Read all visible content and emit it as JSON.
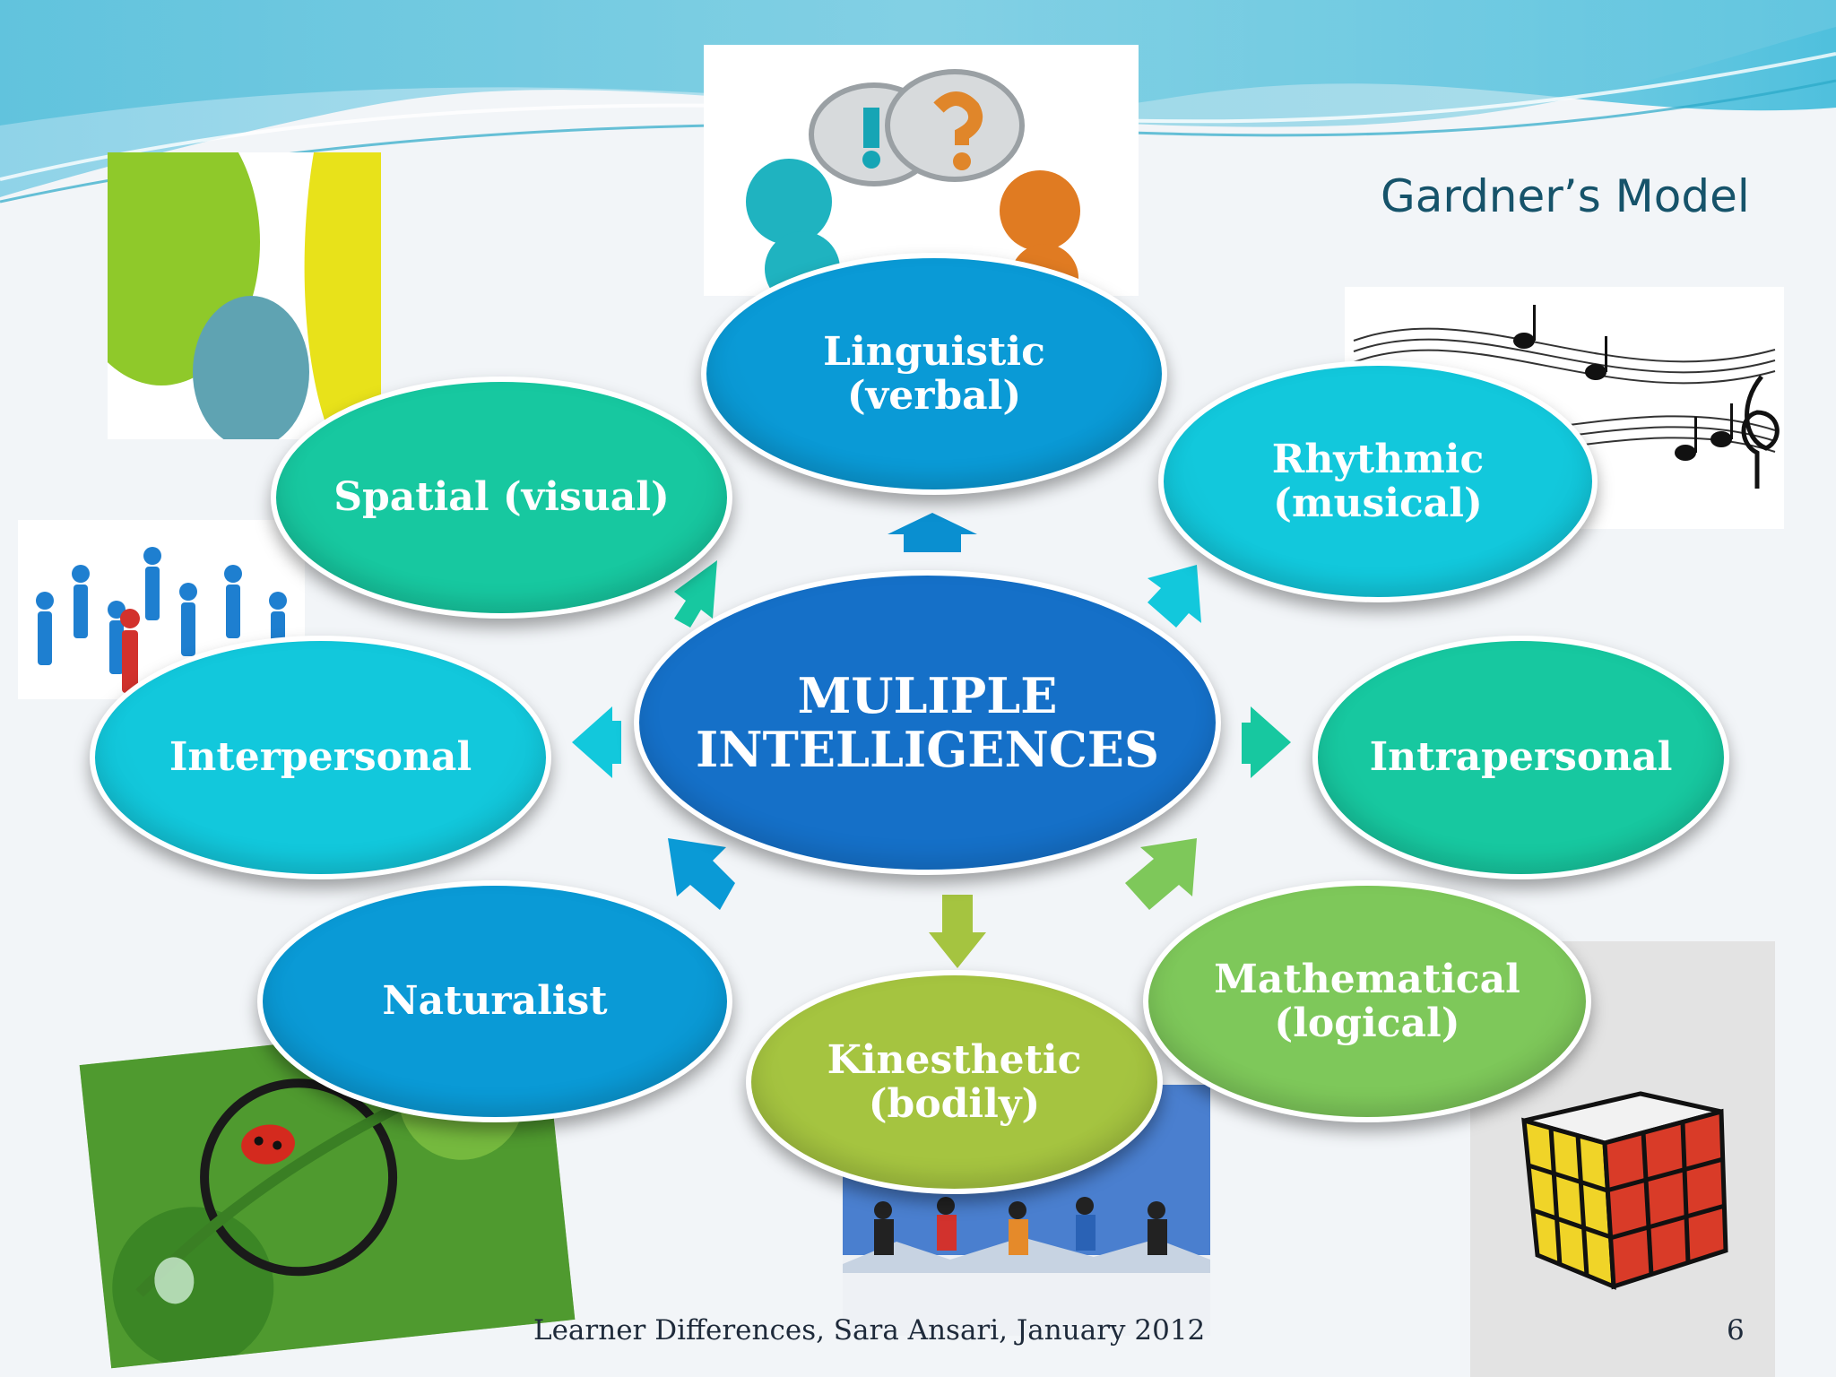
{
  "slide": {
    "title": "Gardner’s Model",
    "footer": "Learner Differences, Sara Ansari, January 2012",
    "page_number": "6"
  },
  "diagram": {
    "center": {
      "label": "MULIPLE\nINTELLIGENCES",
      "color": "#1570c8"
    },
    "nodes": [
      {
        "id": "linguistic",
        "label": "Linguistic\n(verbal)",
        "color": "#0a9ad6"
      },
      {
        "id": "rhythmic",
        "label": "Rhythmic\n(musical)",
        "color": "#12c8dc"
      },
      {
        "id": "intrapersonal",
        "label": "Intrapersonal",
        "color": "#17c8a0"
      },
      {
        "id": "mathematical",
        "label": "Mathematical\n(logical)",
        "color": "#7ec85a"
      },
      {
        "id": "kinesthetic",
        "label": "Kinesthetic\n(bodily)",
        "color": "#a5c440"
      },
      {
        "id": "naturalist",
        "label": "Naturalist",
        "color": "#0a9ad6"
      },
      {
        "id": "interpersonal",
        "label": "Interpersonal",
        "color": "#12c8dc"
      },
      {
        "id": "spatial",
        "label": "Spatial (visual)",
        "color": "#17c8a0"
      }
    ]
  }
}
